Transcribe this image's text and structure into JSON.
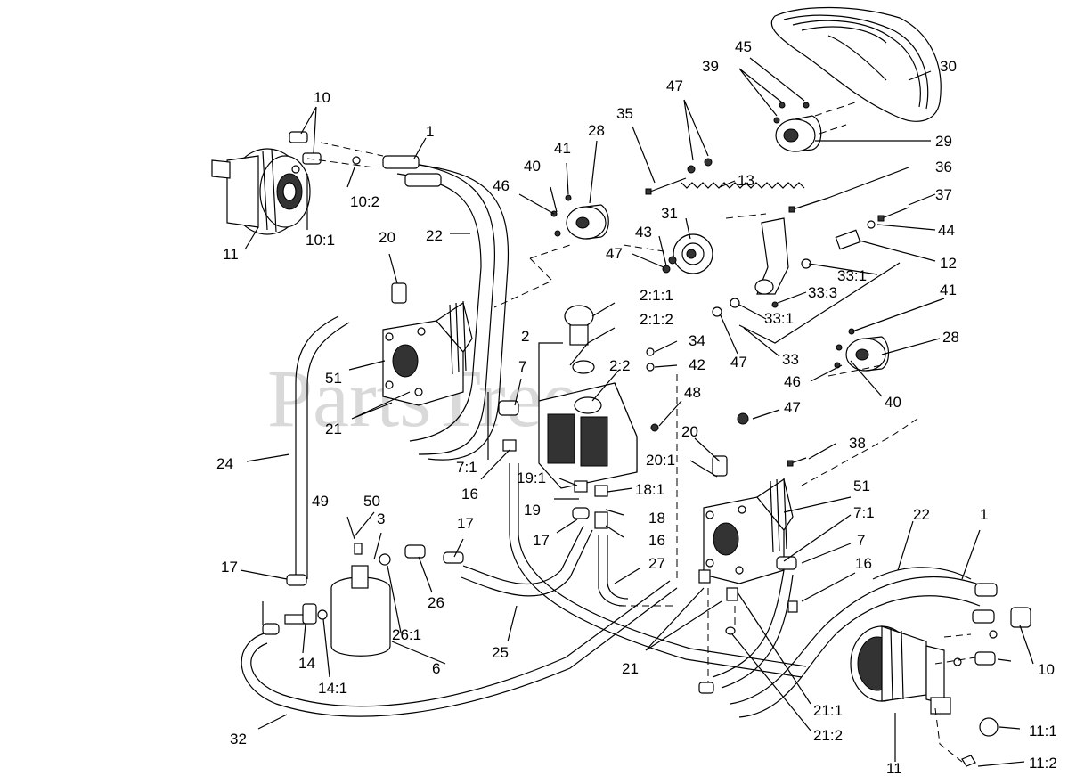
{
  "watermark": "PartsTree",
  "callouts": [
    {
      "id": "c10a",
      "text": "10"
    },
    {
      "id": "c1a",
      "text": "1"
    },
    {
      "id": "c10_2",
      "text": "10:2"
    },
    {
      "id": "c10_1",
      "text": "10:1"
    },
    {
      "id": "c11a",
      "text": "11"
    },
    {
      "id": "c22a",
      "text": "22"
    },
    {
      "id": "c20a",
      "text": "20"
    },
    {
      "id": "c51a",
      "text": "51"
    },
    {
      "id": "c21a",
      "text": "21"
    },
    {
      "id": "c24",
      "text": "24"
    },
    {
      "id": "c7a",
      "text": "7"
    },
    {
      "id": "c7_1a",
      "text": "7:1"
    },
    {
      "id": "c16a",
      "text": "16"
    },
    {
      "id": "c49",
      "text": "49"
    },
    {
      "id": "c50",
      "text": "50"
    },
    {
      "id": "c3",
      "text": "3"
    },
    {
      "id": "c17a",
      "text": "17"
    },
    {
      "id": "c17b",
      "text": "17"
    },
    {
      "id": "c26",
      "text": "26"
    },
    {
      "id": "c26_1",
      "text": "26:1"
    },
    {
      "id": "c14",
      "text": "14"
    },
    {
      "id": "c14_1",
      "text": "14:1"
    },
    {
      "id": "c6",
      "text": "6"
    },
    {
      "id": "c25",
      "text": "25"
    },
    {
      "id": "c32",
      "text": "32"
    },
    {
      "id": "c46a",
      "text": "46"
    },
    {
      "id": "c40a",
      "text": "40"
    },
    {
      "id": "c41a",
      "text": "41"
    },
    {
      "id": "c28a",
      "text": "28"
    },
    {
      "id": "c35",
      "text": "35"
    },
    {
      "id": "c47a",
      "text": "47"
    },
    {
      "id": "c39",
      "text": "39"
    },
    {
      "id": "c45",
      "text": "45"
    },
    {
      "id": "c30",
      "text": "30"
    },
    {
      "id": "c29",
      "text": "29"
    },
    {
      "id": "c13",
      "text": "13"
    },
    {
      "id": "c36",
      "text": "36"
    },
    {
      "id": "c37",
      "text": "37"
    },
    {
      "id": "c44",
      "text": "44"
    },
    {
      "id": "c12",
      "text": "12"
    },
    {
      "id": "c31",
      "text": "31"
    },
    {
      "id": "c43",
      "text": "43"
    },
    {
      "id": "c47b",
      "text": "47"
    },
    {
      "id": "c33_1a",
      "text": "33:1"
    },
    {
      "id": "c33_3",
      "text": "33:3"
    },
    {
      "id": "c33_1b",
      "text": "33:1"
    },
    {
      "id": "c41b",
      "text": "41"
    },
    {
      "id": "c28b",
      "text": "28"
    },
    {
      "id": "c47c",
      "text": "47"
    },
    {
      "id": "c33",
      "text": "33"
    },
    {
      "id": "c46b",
      "text": "46"
    },
    {
      "id": "c40b",
      "text": "40"
    },
    {
      "id": "c2_1_1",
      "text": "2:1:1"
    },
    {
      "id": "c2_1_2",
      "text": "2:1:2"
    },
    {
      "id": "c2",
      "text": "2"
    },
    {
      "id": "c34",
      "text": "34"
    },
    {
      "id": "c2_2",
      "text": "2:2"
    },
    {
      "id": "c42",
      "text": "42"
    },
    {
      "id": "c48",
      "text": "48"
    },
    {
      "id": "c47d",
      "text": "47"
    },
    {
      "id": "c20b",
      "text": "20"
    },
    {
      "id": "c38",
      "text": "38"
    },
    {
      "id": "c20_1",
      "text": "20:1"
    },
    {
      "id": "c19_1",
      "text": "19:1"
    },
    {
      "id": "c18_1",
      "text": "18:1"
    },
    {
      "id": "c19",
      "text": "19"
    },
    {
      "id": "c18",
      "text": "18"
    },
    {
      "id": "c17c",
      "text": "17"
    },
    {
      "id": "c16b",
      "text": "16"
    },
    {
      "id": "c27",
      "text": "27"
    },
    {
      "id": "c51b",
      "text": "51"
    },
    {
      "id": "c7_1b",
      "text": "7:1"
    },
    {
      "id": "c22b",
      "text": "22"
    },
    {
      "id": "c1b",
      "text": "1"
    },
    {
      "id": "c7b",
      "text": "7"
    },
    {
      "id": "c16c",
      "text": "16"
    },
    {
      "id": "c10b",
      "text": "10"
    },
    {
      "id": "c21b",
      "text": "21"
    },
    {
      "id": "c21_1",
      "text": "21:1"
    },
    {
      "id": "c21_2",
      "text": "21:2"
    },
    {
      "id": "c11_1",
      "text": "11:1"
    },
    {
      "id": "c11b",
      "text": "11"
    },
    {
      "id": "c11_2",
      "text": "11:2"
    }
  ]
}
